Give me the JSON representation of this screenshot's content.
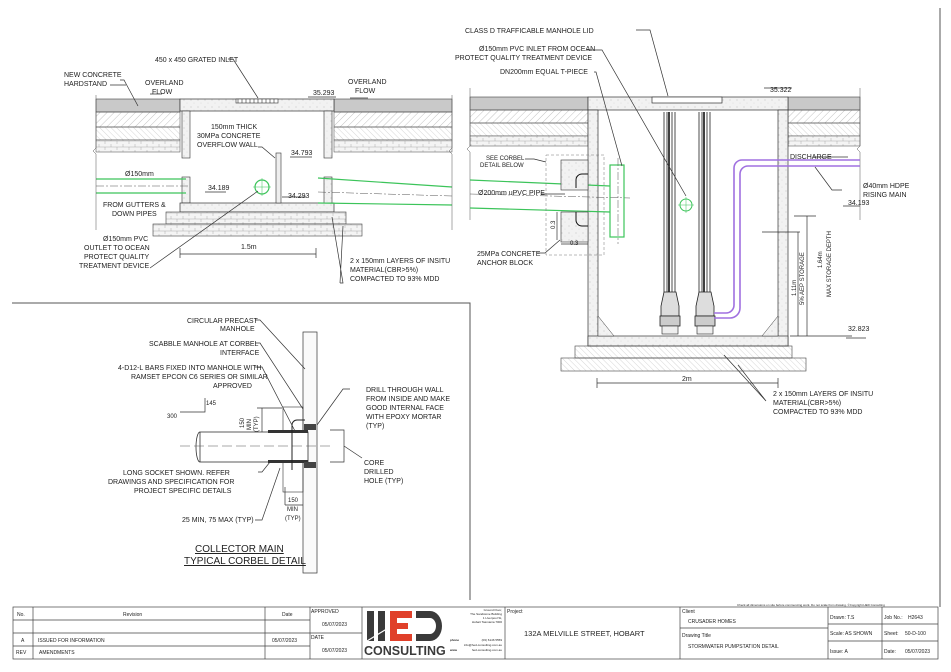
{
  "site_section": {
    "grated_inlet": "450 x 450 GRATED INLET",
    "hardstand": [
      "NEW CONCRETE",
      "HARDSTAND"
    ],
    "overland_flow_left": [
      "OVERLAND",
      "FLOW"
    ],
    "overland_flow_right": [
      "OVERLAND",
      "FLOW"
    ],
    "level_top": "35.293",
    "overflow_wall": [
      "150mm THICK",
      "30MPa CONCRETE",
      "OVERFLOW WALL"
    ],
    "level_wall": "34.793",
    "pipe_dia": "Ø150mm",
    "level_inlet": "34.189",
    "level_outlet": "34.293",
    "from_gutters": [
      "FROM GUTTERS &",
      "DOWN PIPES"
    ],
    "outlet_note": [
      "Ø150mm PVC",
      "OUTLET TO OCEAN",
      "PROTECT QUALITY",
      "TREATMENT DEVICE"
    ],
    "width_dim": "1.5m",
    "base_layers": [
      "2 x 150mm LAYERS OF INSITU",
      "MATERIAL(CBR>5%)",
      "COMPACTED TO 93% MDD"
    ]
  },
  "pump_station": {
    "lid": "CLASS D TRAFFICABLE MANHOLE LID",
    "inlet_note": [
      "Ø150mm PVC INLET FROM OCEAN",
      "PROTECT QUALITY TREATMENT DEVICE"
    ],
    "tpiece": "DN200mm EQUAL T-PIECE",
    "level_top": "35.322",
    "corbel_ref": [
      "SEE CORBEL",
      "DETAIL BELOW"
    ],
    "pipe": "Ø200mm uPVC PIPE",
    "dim_03_v": "0.3",
    "dim_03_h": "0.3",
    "anchor": [
      "25MPa CONCRETE",
      "ANCHOR BLOCK"
    ],
    "discharge": "DISCHARGE",
    "rising_main": [
      "Ø40mm HDPE",
      "RISING MAIN"
    ],
    "level_mid": "34.193",
    "aep_storage": [
      "1.11m",
      "5% AEP STORAGE"
    ],
    "max_storage": [
      "1.64m",
      "MAX STORAGE DEPTH"
    ],
    "level_base": "32.823",
    "width_dim": "2m",
    "base_layers": [
      "2 x 150mm LAYERS OF INSITU",
      "MATERIAL(CBR>5%)",
      "COMPACTED TO 93% MDD"
    ]
  },
  "corbel_detail": {
    "precast": [
      "CIRCULAR PRECAST",
      "MANHOLE"
    ],
    "scabble": [
      "SCABBLE MANHOLE AT CORBEL",
      "INTERFACE"
    ],
    "bars": [
      "4-D12-L BARS FIXED INTO MANHOLE WITH",
      "RAMSET EPCON C6 SERIES OR SIMILAR",
      "APPROVED"
    ],
    "bar_145": "145",
    "bar_300": "300",
    "dim_150_top": [
      "150",
      "MIN",
      "(TYP)"
    ],
    "drill": [
      "DRILL THROUGH WALL",
      "FROM INSIDE AND MAKE",
      "GOOD INTERNAL FACE",
      "WITH EPOXY MORTAR",
      "(TYP)"
    ],
    "core": [
      "CORE",
      "DRILLED",
      "HOLE (TYP)"
    ],
    "socket": [
      "LONG SOCKET SHOWN.  REFER",
      "DRAWINGS AND SPECIFICATION FOR",
      "PROJECT SPECIFIC DETAILS"
    ],
    "dim_150_bottom": [
      "150",
      "MIN",
      "(TYP)"
    ],
    "gap": "25 MIN, 75 MAX (TYP)",
    "title": [
      "COLLECTOR MAIN",
      "TYPICAL CORBEL DETAIL"
    ]
  },
  "title_block": {
    "disclaimer": "Check all dimensions on site before commencing work. Do not scale from drawing. ©Copyright HED Consulting",
    "col_no": "No.",
    "col_revision": "Revision",
    "col_date": "Date",
    "rev_a": "A",
    "rev_a_desc": "ISSUED FOR INFORMATION",
    "rev_a_date": "05/07/2023",
    "rev_label": "REV",
    "amendments": "AMENDMENTS",
    "approved_label": "APPROVED",
    "approved_date": "05/07/2023",
    "date_label": "DATE",
    "date_value": "05/07/2023",
    "logo_text": "HED",
    "logo_sub": "CONSULTING",
    "address": [
      "Ground Floor,",
      "The Sandstone Building",
      "1 Liverpool St,",
      "Hobart Tasmania 7000"
    ],
    "phone_label": "phone",
    "phone": "(03) 6146 5559",
    "email": "info@hed-consulting.com.au",
    "web_label": "www",
    "web": "hed-consulting.com.au",
    "project_label": "Project",
    "project": "132A MELVILLE STREET, HOBART",
    "client_label": "Client",
    "client": "CRUSADER HOMES",
    "drawing_title_label": "Drawing Title",
    "drawing_title": "STORMWATER PUMPSTATION DETAIL",
    "drawn": "Drawn: T.S",
    "scale": "Scale:  AS SHOWN",
    "issue": "Issue:  A",
    "job_label": "Job No.:",
    "job": "H2643",
    "sheet_label": "Sheet:",
    "sheet": "50-D-100",
    "date_label2": "Date:",
    "date2": "05/07/2023"
  },
  "colors": {
    "pipe": "#3cc45a",
    "rising_main": "#a070e0",
    "logo_red": "#e0402a",
    "logo_dark": "#3a3a3a"
  }
}
